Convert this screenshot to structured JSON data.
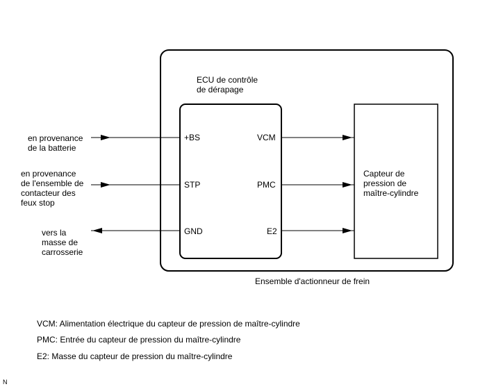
{
  "assembly": {
    "label": "Ensemble d'actionneur de frein"
  },
  "ecu": {
    "title": "ECU de contrôle\nde dérapage",
    "pins_left": [
      "+BS",
      "STP",
      "GND"
    ],
    "pins_right": [
      "VCM",
      "PMC",
      "E2"
    ]
  },
  "sensor": {
    "label": "Capteur de\npression de\nmaître-cylindre"
  },
  "inputs": {
    "battery": "en provenance\nde la batterie",
    "stop_switch": "en provenance\nde l'ensemble de\ncontacteur des\nfeux stop",
    "ground": "vers la\nmasse de\ncarrosserie"
  },
  "legend": [
    "VCM: Alimentation électrique du capteur de pression de maître-cylindre",
    "PMC: Entrée du capteur de pression du maître-cylindre",
    "E2: Masse du capteur de pression du maître-cylindre"
  ],
  "corner_mark": "N"
}
